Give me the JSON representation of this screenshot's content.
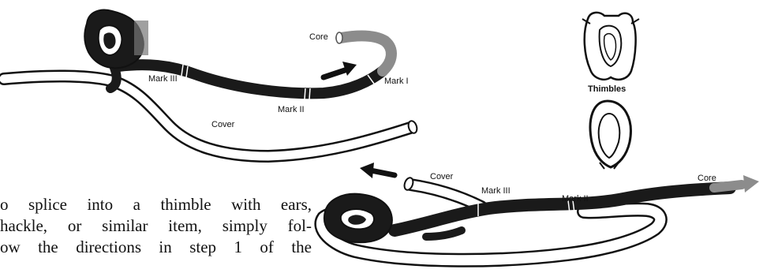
{
  "labels": {
    "core_top": "Core",
    "mark_iii_top": "Mark III",
    "mark_ii_top": "Mark II",
    "mark_i_top": "Mark I",
    "cover_top": "Cover",
    "thimbles": "Thimbles",
    "cover_bottom": "Cover",
    "mark_iii_bottom": "Mark III",
    "mark_ii_bottom": "Mark II",
    "core_bottom": "Core"
  },
  "body_text": {
    "line1": "o splice into a thimble with ears,",
    "line2": "hackle, or similar item, simply fol-",
    "line3": "ow the directions in step 1 of the"
  },
  "colors": {
    "rope_dark": "#1a1a1a",
    "core_gray": "#8c8c8c",
    "outline": "#111111",
    "background": "#ffffff"
  }
}
